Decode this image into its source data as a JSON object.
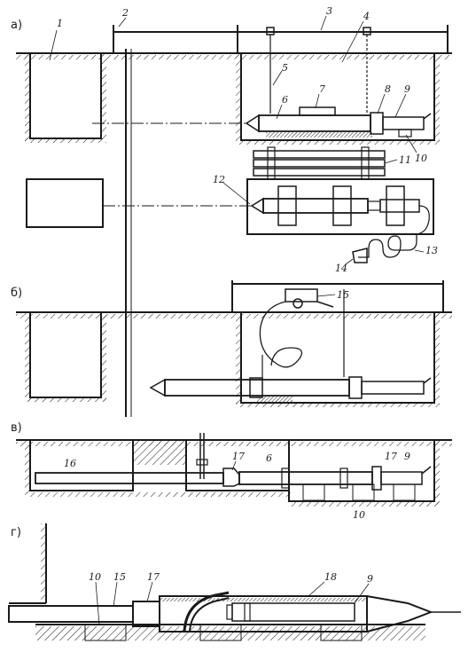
{
  "panels": {
    "a": "а)",
    "b": "б)",
    "v": "в)",
    "g": "г)"
  },
  "callouts": {
    "n1": "1",
    "n2": "2",
    "n3": "3",
    "n4": "4",
    "n5": "5",
    "n6": "6",
    "n7": "7",
    "n8": "8",
    "n9": "9",
    "n10": "10",
    "n11": "11",
    "n12": "12",
    "n13": "13",
    "n14": "14",
    "n15": "15",
    "n16": "16",
    "n17": "17",
    "n18": "18"
  }
}
